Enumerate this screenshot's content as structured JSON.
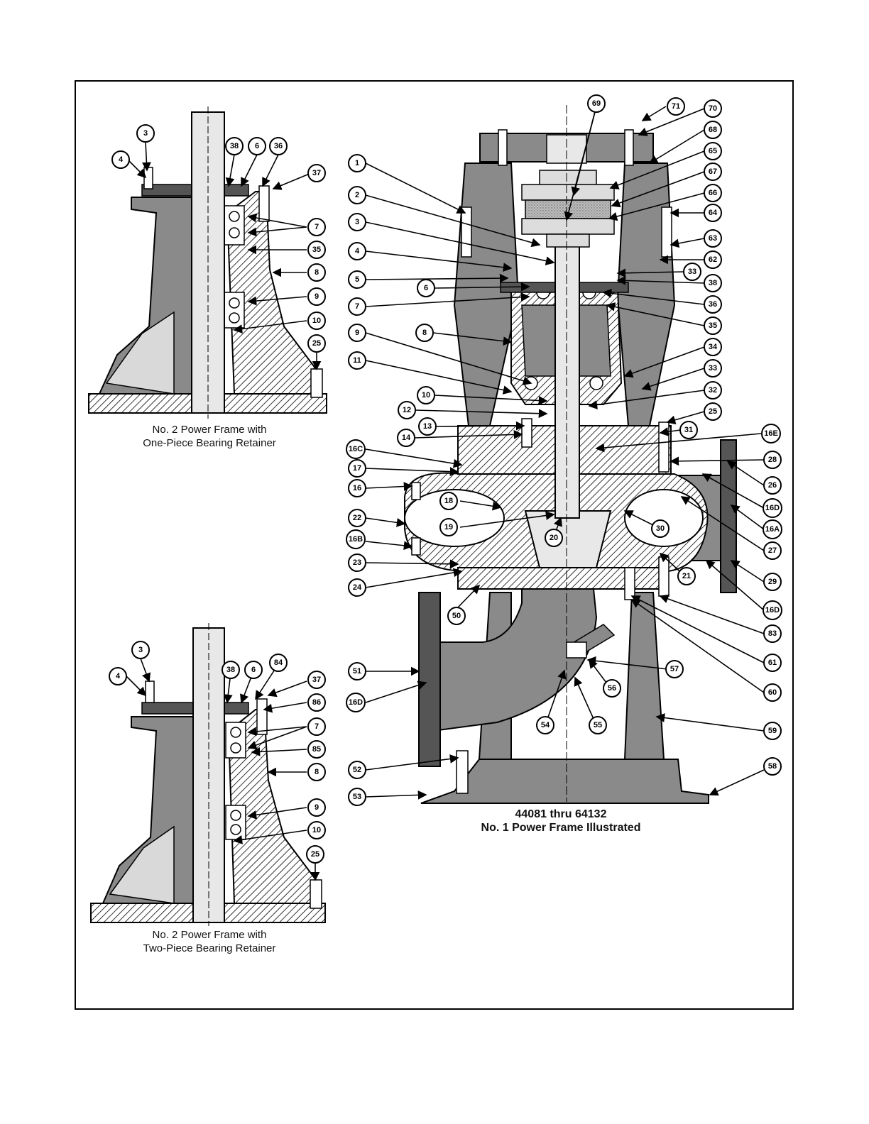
{
  "captions": {
    "top_left_line1": "No. 2 Power Frame with",
    "top_left_line2": "One-Piece Bearing Retainer",
    "bottom_left_line1": "No. 2 Power Frame with",
    "bottom_left_line2": "Two-Piece Bearing Retainer",
    "main_line1": "44081 thru 64132",
    "main_line2": "No. 1 Power Frame Illustrated"
  },
  "callouts": {
    "top_left": [
      "3",
      "4",
      "38",
      "6",
      "36",
      "37",
      "7",
      "35",
      "8",
      "9",
      "10",
      "25"
    ],
    "bottom_left": [
      "3",
      "4",
      "38",
      "6",
      "84",
      "37",
      "86",
      "7",
      "85",
      "8",
      "9",
      "10",
      "25"
    ],
    "main": [
      "69",
      "71",
      "70",
      "68",
      "65",
      "67",
      "66",
      "64",
      "63",
      "62",
      "1",
      "2",
      "3",
      "4",
      "5",
      "6",
      "7",
      "33",
      "38",
      "36",
      "35",
      "8",
      "9",
      "34",
      "11",
      "33",
      "10",
      "32",
      "12",
      "25",
      "13",
      "31",
      "14",
      "16E",
      "16C",
      "28",
      "17",
      "26",
      "16",
      "16D",
      "18",
      "16A",
      "22",
      "30",
      "19",
      "20",
      "27",
      "16B",
      "23",
      "21",
      "29",
      "24",
      "16D",
      "50",
      "83",
      "61",
      "57",
      "51",
      "56",
      "60",
      "16D",
      "54",
      "55",
      "59",
      "52",
      "58",
      "53"
    ]
  },
  "colors": {
    "ink": "#000000",
    "shade": "#8a8a8a",
    "light": "#d9d9d9",
    "paper": "#ffffff"
  }
}
